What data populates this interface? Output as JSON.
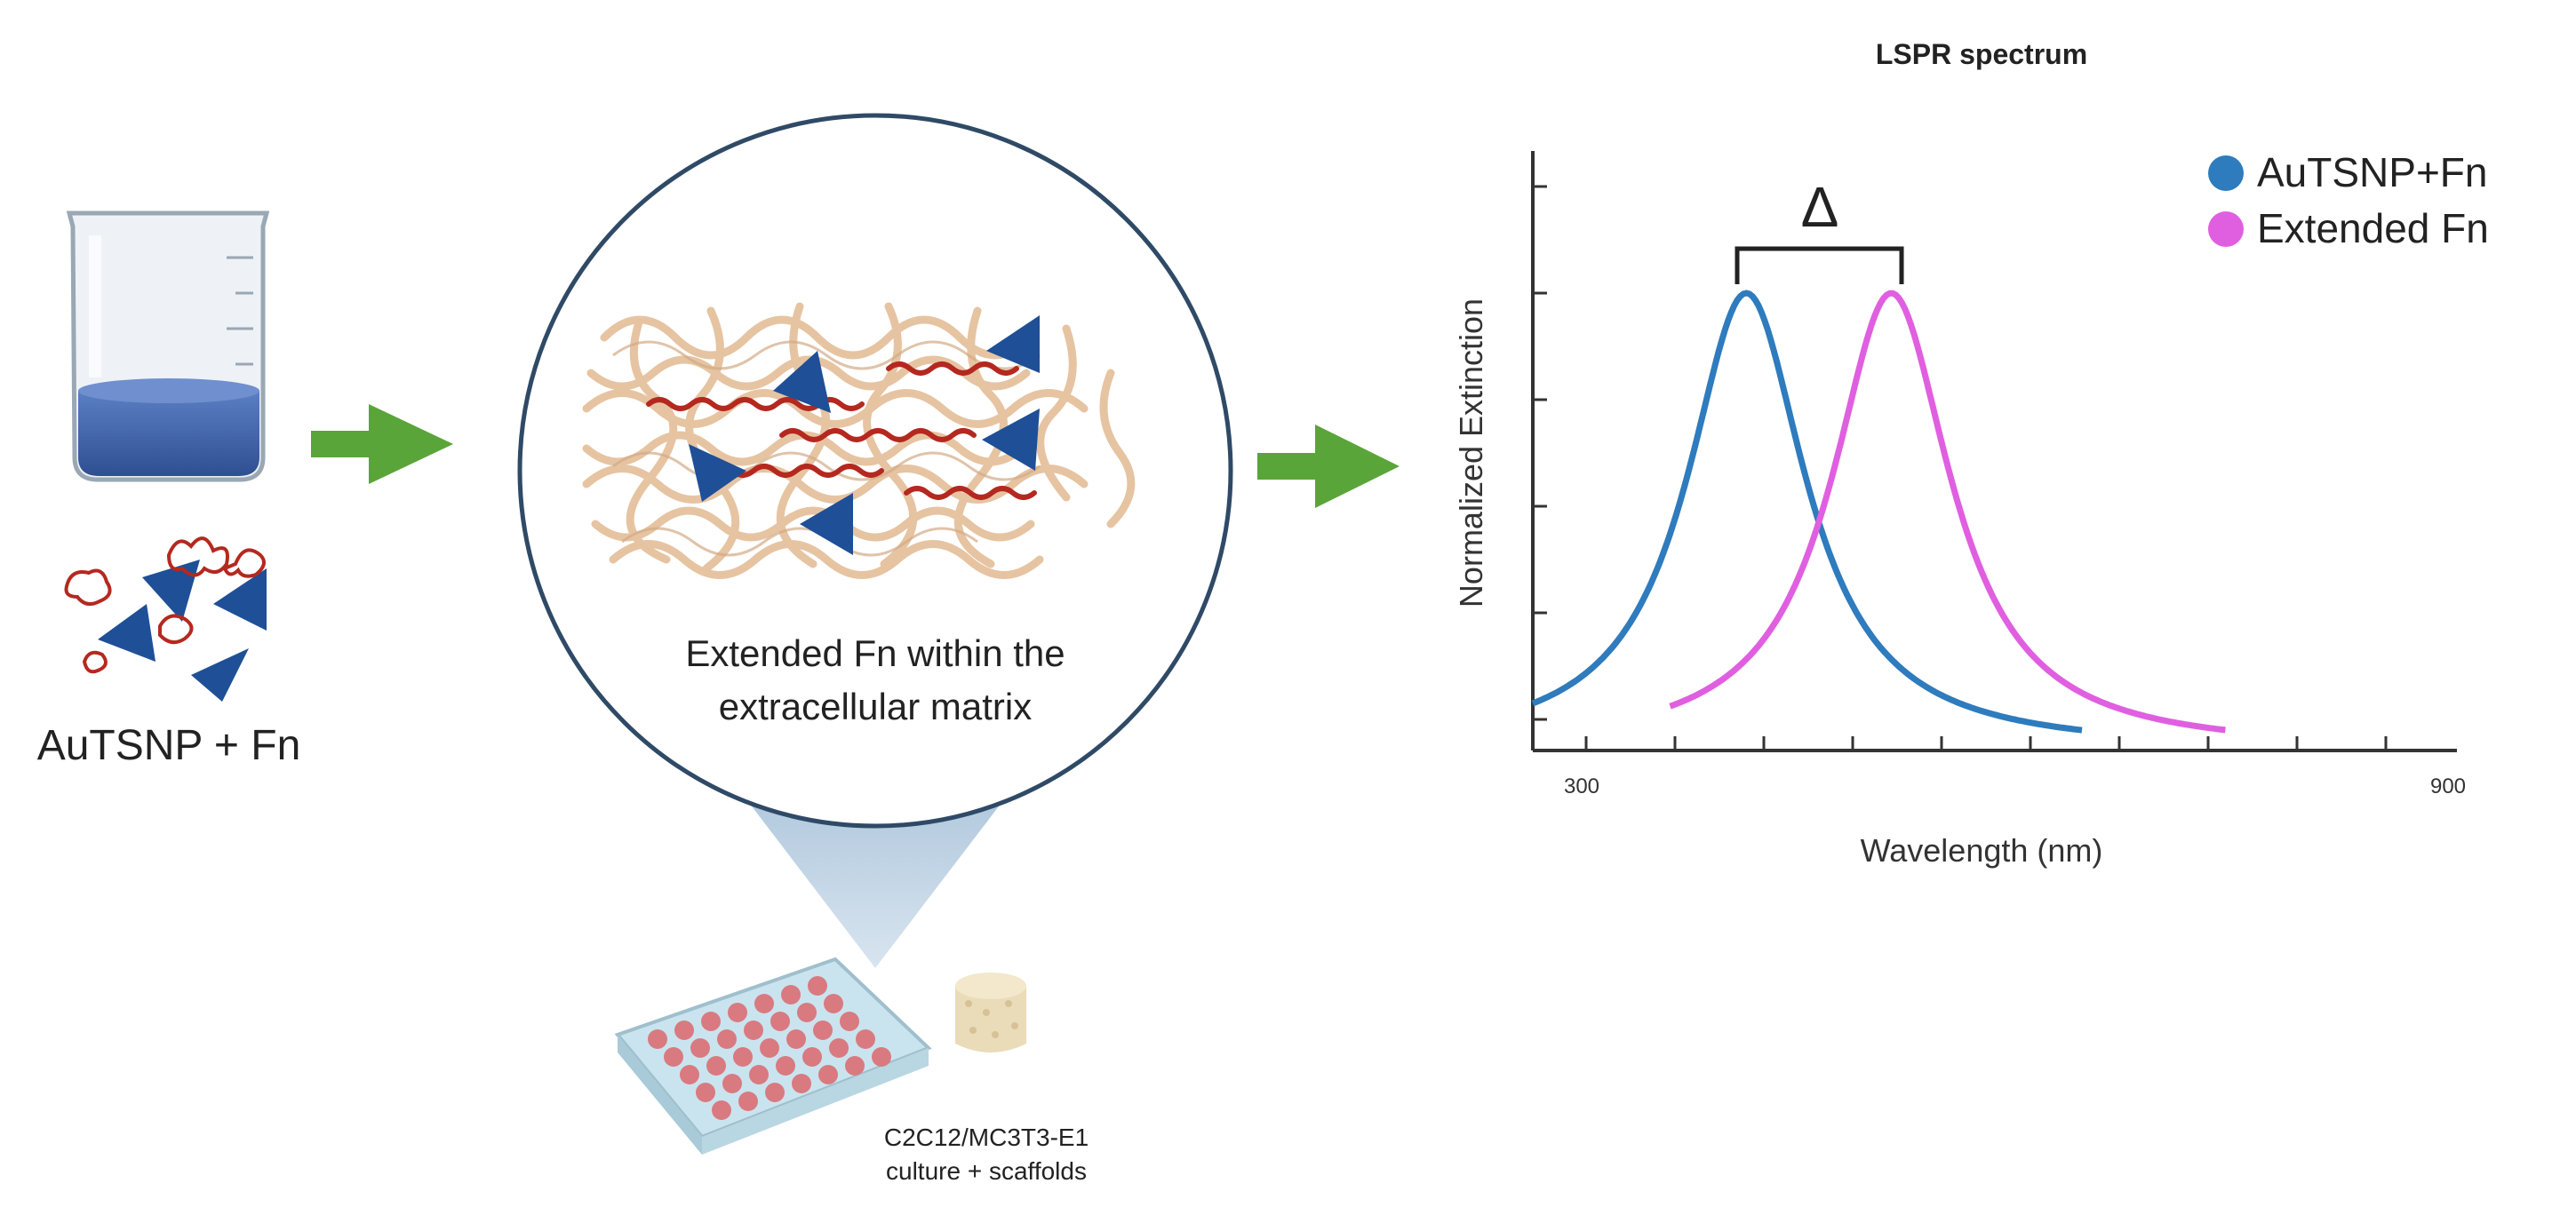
{
  "left_panel": {
    "label": "AuTSNP + Fn"
  },
  "magnified_view": {
    "caption_line1": "Extended Fn within the",
    "caption_line2": "extracellular matrix"
  },
  "culture": {
    "caption_line1": "C2C12/MC3T3-E1",
    "caption_line2": "culture + scaffolds"
  },
  "chart_data": {
    "type": "line",
    "title": "LSPR spectrum",
    "xlabel": "Wavelength (nm)",
    "ylabel": "Normalized Extinction",
    "xlim": [
      300,
      900
    ],
    "x_tick_labels": [
      "300",
      "900"
    ],
    "annotation": "Δ",
    "series": [
      {
        "name": "AuTSNP+Fn",
        "color": "#2e7bbd",
        "peak_x": 440,
        "half_width": 60,
        "x_range": [
          300,
          660
        ]
      },
      {
        "name": "Extended Fn",
        "color": "#e05fe0",
        "peak_x": 535,
        "half_width": 60,
        "x_range": [
          390,
          755
        ]
      }
    ]
  },
  "colors": {
    "arrow": "#5aa53a",
    "triangle": "#1f4f96",
    "fiber": "#e6c4a2",
    "fn_strand": "#b5281f",
    "liquid": "#3f64a8"
  }
}
